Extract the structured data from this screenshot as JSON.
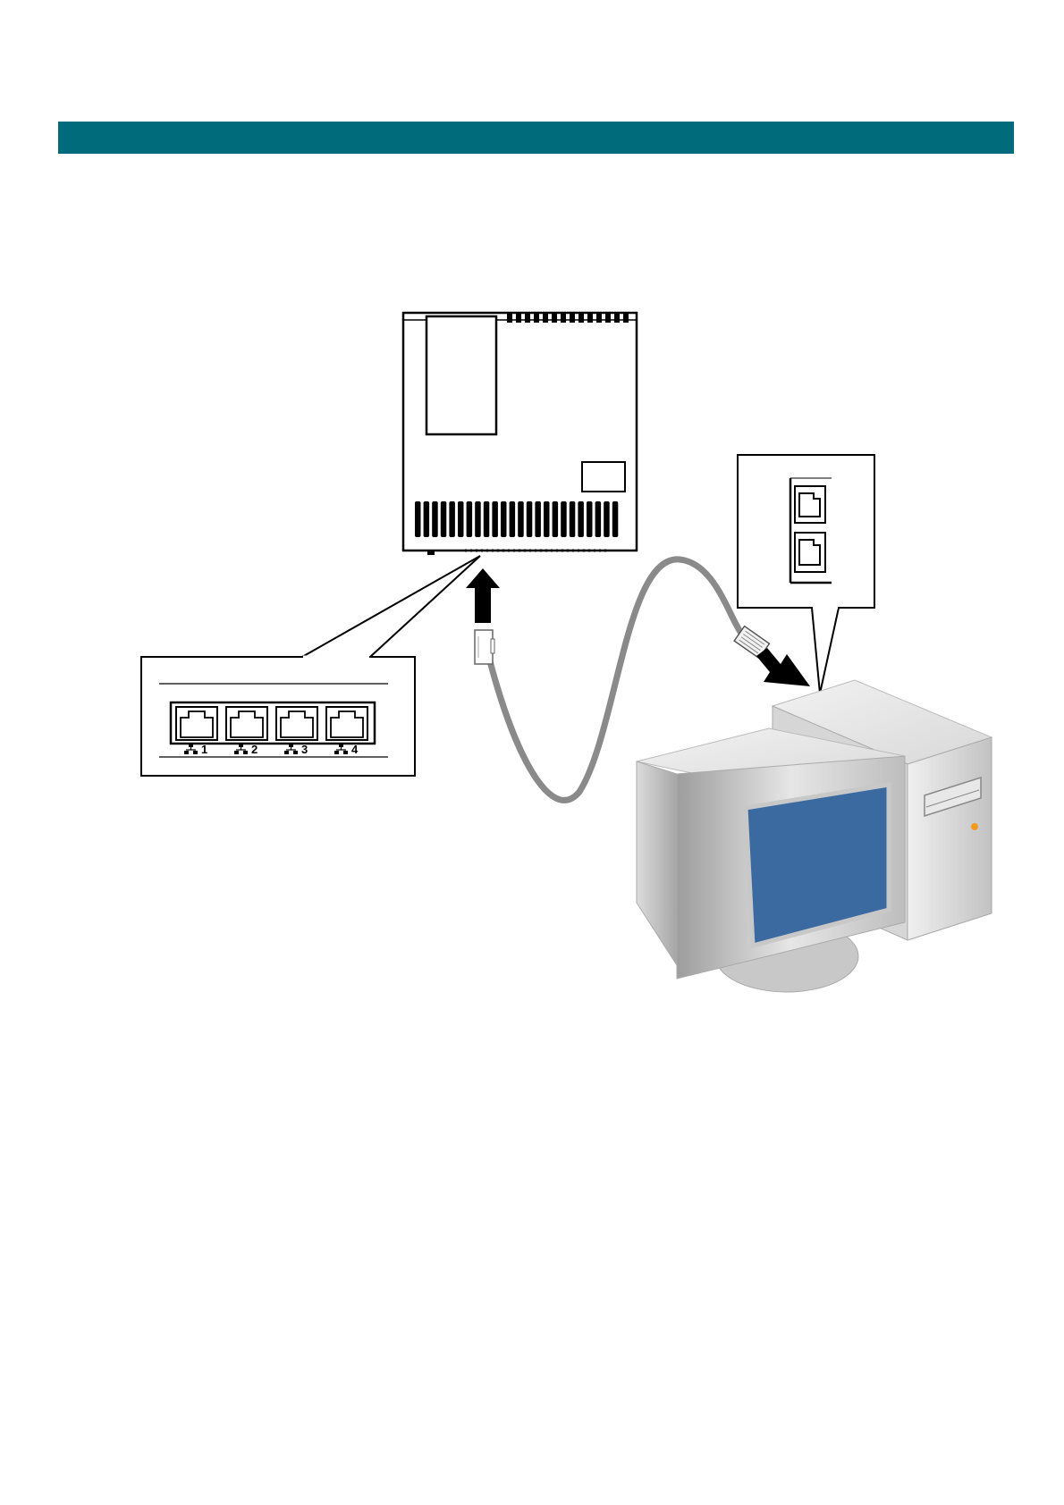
{
  "header": {
    "bar_color": "#006b7a"
  },
  "router": {
    "ports": [
      {
        "number": "1",
        "icon": "network-icon"
      },
      {
        "number": "2",
        "icon": "network-icon"
      },
      {
        "number": "3",
        "icon": "network-icon"
      },
      {
        "number": "4",
        "icon": "network-icon"
      }
    ]
  },
  "colors": {
    "cable": "#8a8a8a",
    "screen": "#3a6aa0",
    "power_led": "#f39a1e"
  }
}
